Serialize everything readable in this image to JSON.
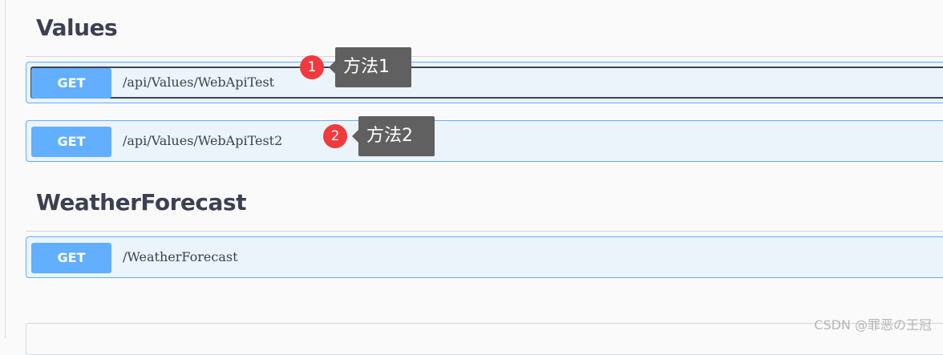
{
  "sections": [
    {
      "title": "Values",
      "operations": [
        {
          "method": "GET",
          "path": "/api/Values/WebApiTest"
        },
        {
          "method": "GET",
          "path": "/api/Values/WebApiTest2"
        }
      ]
    },
    {
      "title": "WeatherForecast",
      "operations": [
        {
          "method": "GET",
          "path": "/WeatherForecast"
        }
      ]
    }
  ],
  "annotations": [
    {
      "number": "1",
      "label": "方法1"
    },
    {
      "number": "2",
      "label": "方法2"
    }
  ],
  "watermark": "CSDN @罪恶の王冠",
  "colors": {
    "get_accent": "#61affe",
    "get_row_bg": "#ebf3fb",
    "marker_red": "#f03a3e",
    "tooltip_bg": "#606060",
    "title_text": "#3b4151"
  }
}
